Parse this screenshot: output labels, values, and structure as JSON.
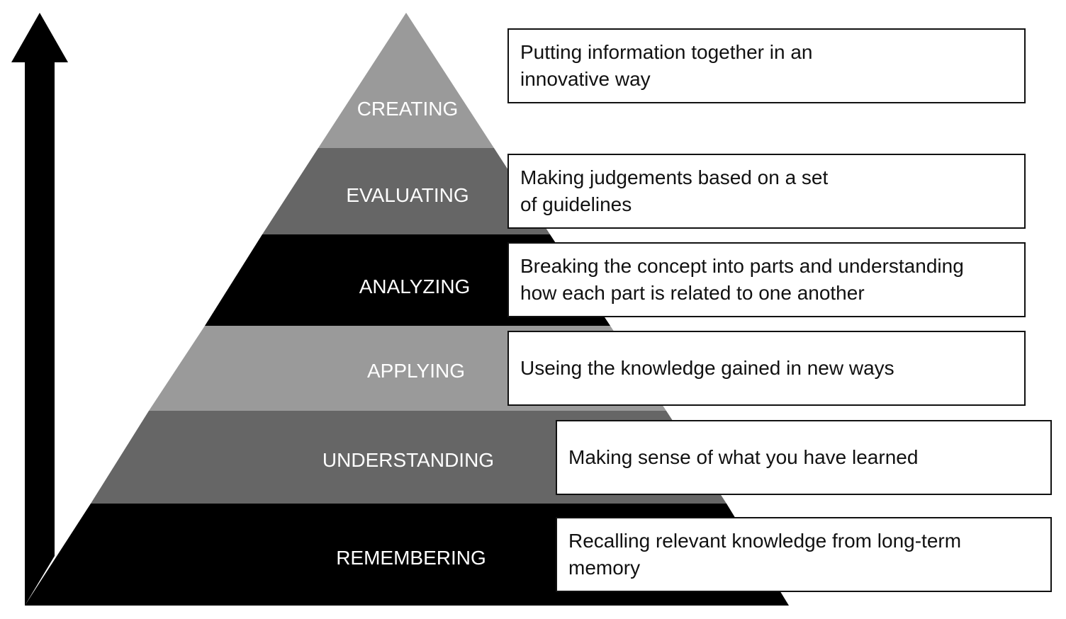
{
  "levels": [
    {
      "name": "CREATING",
      "lines": [
        "Putting information together in an",
        "innovative way"
      ],
      "fill": "#9a9a9a"
    },
    {
      "name": "EVALUATING",
      "lines": [
        "Making judgements based on a set",
        "of guidelines"
      ],
      "fill": "#666666"
    },
    {
      "name": "ANALYZING",
      "lines": [
        "Breaking the concept into parts and understanding",
        "how each part is related to one another"
      ],
      "fill": "#000000"
    },
    {
      "name": "APPLYING",
      "lines": [
        "Useing the knowledge gained in new ways"
      ],
      "fill": "#9a9a9a"
    },
    {
      "name": "UNDERSTANDING",
      "lines": [
        "Making sense of what you have learned"
      ],
      "fill": "#666666"
    },
    {
      "name": "REMEMBERING",
      "lines": [
        "Recalling relevant knowledge from long-term",
        "memory"
      ],
      "fill": "#000000"
    }
  ],
  "colors": {
    "arrow": "#000000",
    "box_border": "#111111",
    "label_text": "#ffffff"
  }
}
